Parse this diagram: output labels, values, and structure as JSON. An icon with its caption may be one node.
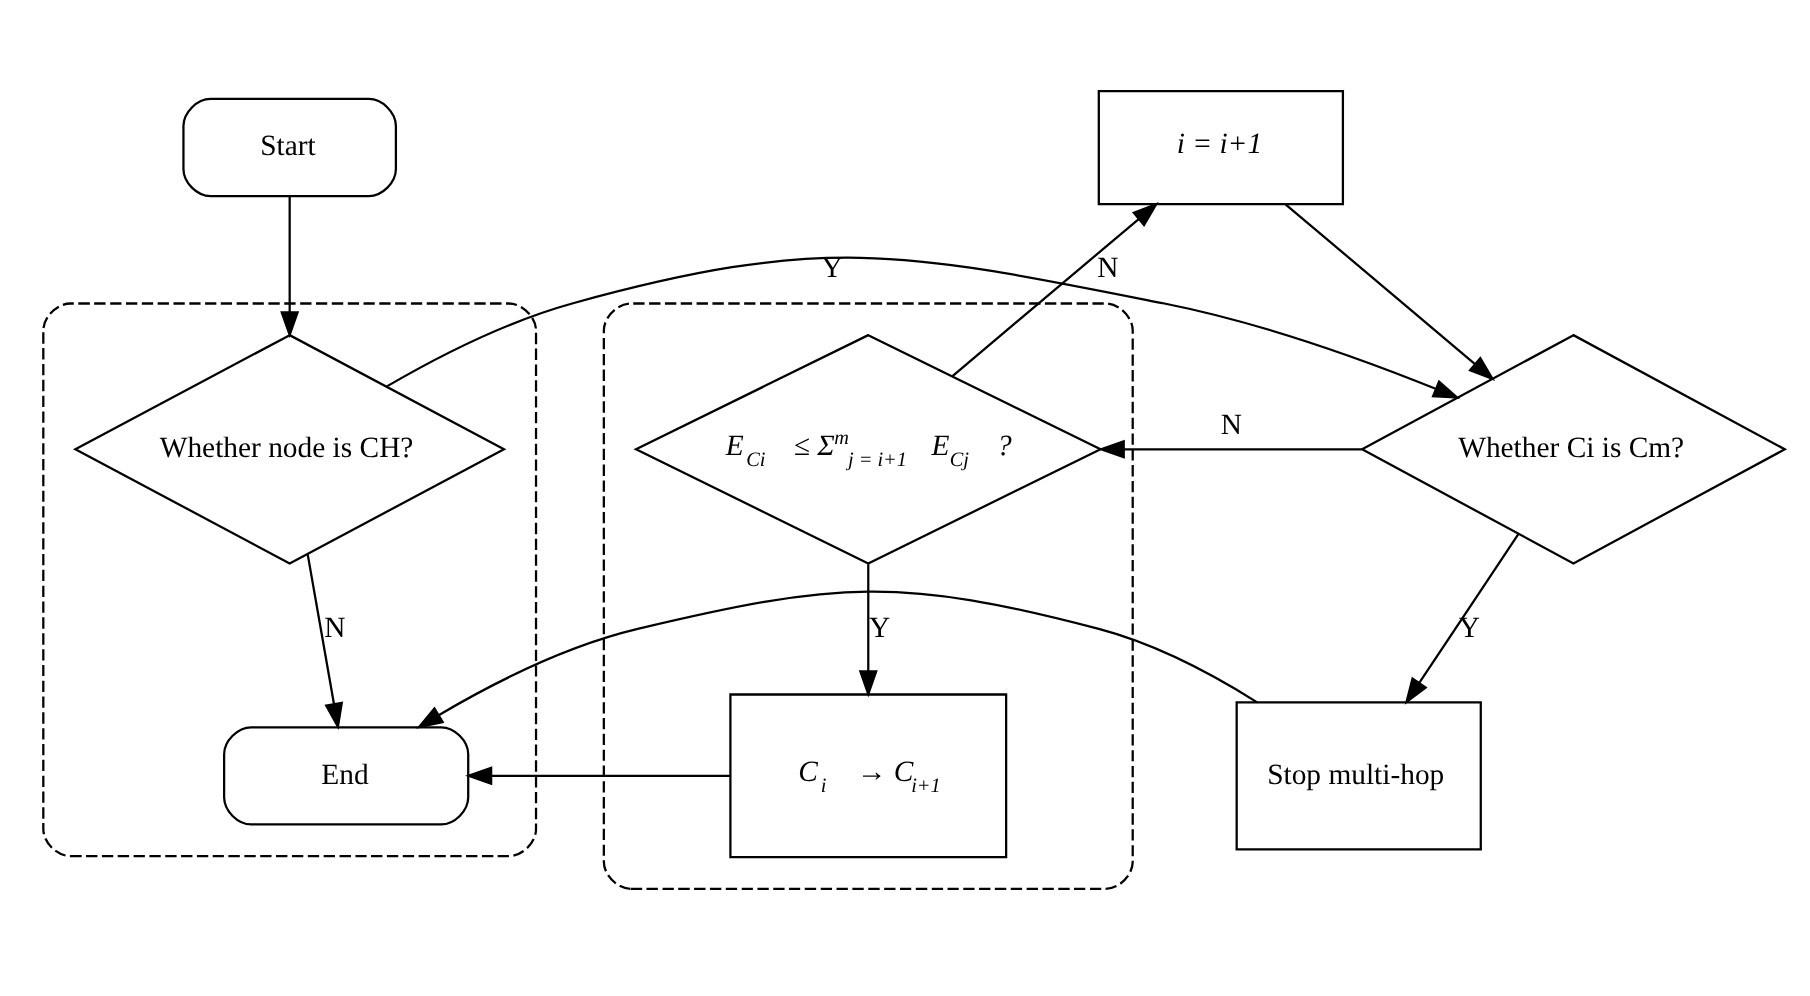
{
  "diagram": {
    "nodes": [
      {
        "text": [
          "Start"
        ]
      },
      {
        "text": [
          "i = i+1"
        ]
      },
      {
        "text": [],
        "shape": "box"
      },
      {
        "text": [
          "Whether node is CH?"
        ],
        "in": 2
      },
      {
        "text": [
          "End"
        ],
        "in": 2
      },
      {
        "text": [
          "Whether Ci is Cm?"
        ]
      },
      {
        "text": [
          "Stop multi-hop"
        ]
      },
      {
        "text": [],
        "shape": "box"
      },
      {
        "text": [
          "E$_{Ci}$ ≤ Σ$^{m}$$_{j = i+1}$ E$_{Cj}$ ?"
        ],
        "in": 7
      },
      {
        "text": [
          "C$_{i}$ → C$_{i+1}$"
        ],
        "in": 7
      }
    ],
    "edges": [
      {
        "from": 0,
        "to": 3,
        "arrow": "to"
      },
      {
        "from": 3,
        "to": 5,
        "arrow": "to",
        "label": "Y"
      },
      {
        "from": 3,
        "to": 4,
        "arrow": "to",
        "label": "N"
      },
      {
        "from": 5,
        "to": 8,
        "arrow": "to",
        "label": "N"
      },
      {
        "from": 5,
        "to": 6,
        "arrow": "to",
        "label": "Y"
      },
      {
        "from": 6,
        "to": 4,
        "arrow": "to"
      },
      {
        "from": 8,
        "to": 1,
        "arrow": "to",
        "label": "N"
      },
      {
        "from": 1,
        "to": 5,
        "arrow": "to"
      },
      {
        "from": 8,
        "to": 9,
        "arrow": "to",
        "label": "Y"
      },
      {
        "from": 9,
        "to": 4,
        "arrow": "to"
      }
    ]
  }
}
